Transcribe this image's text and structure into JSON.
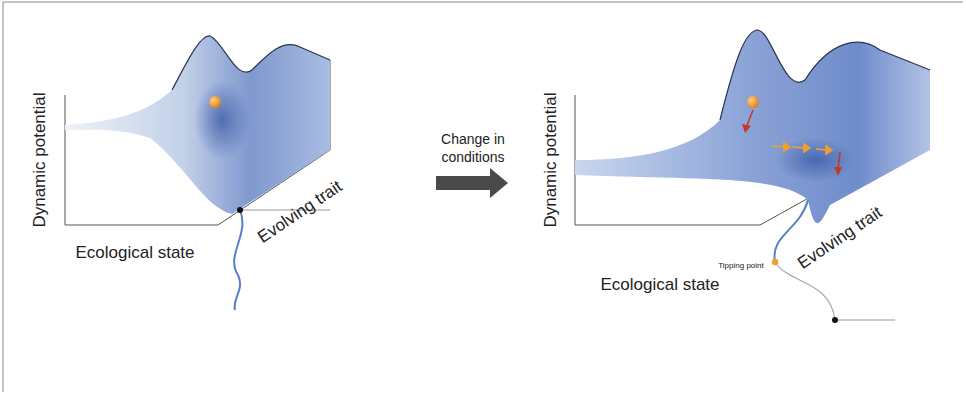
{
  "diagram": {
    "labels": [
      "Dynamic potential",
      "Ecological state",
      "Evolving trait",
      "Change in conditions",
      "Dynamic potential",
      "Ecological state",
      "Evolving trait",
      "Tipping point"
    ]
  }
}
